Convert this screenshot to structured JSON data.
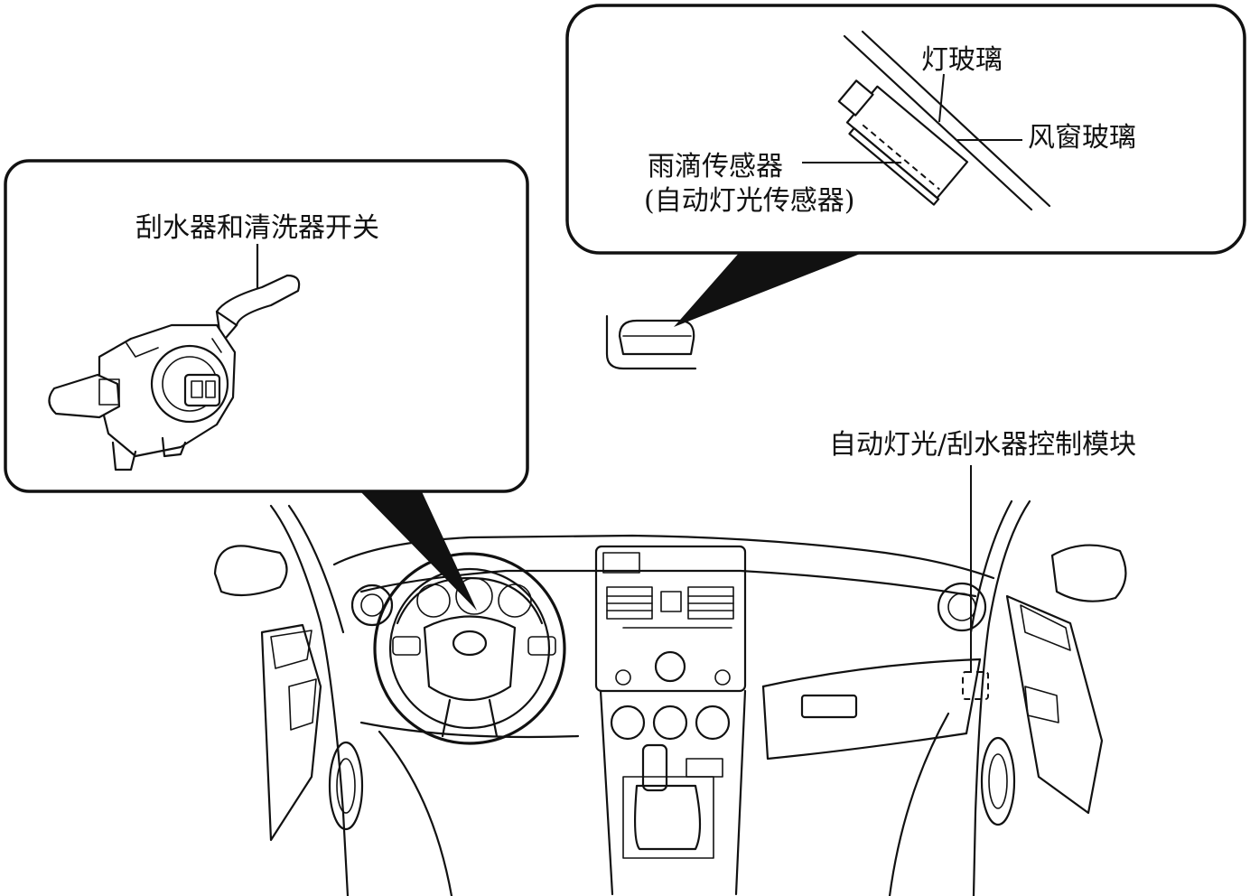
{
  "labels": {
    "wiper_switch": "刮水器和清洗器开关",
    "lamp_glass": "灯玻璃",
    "windshield": "风窗玻璃",
    "rain_sensor_line1": "雨滴传感器",
    "rain_sensor_line2": "(自动灯光传感器)",
    "control_module": "自动灯光/刮水器控制模块"
  }
}
